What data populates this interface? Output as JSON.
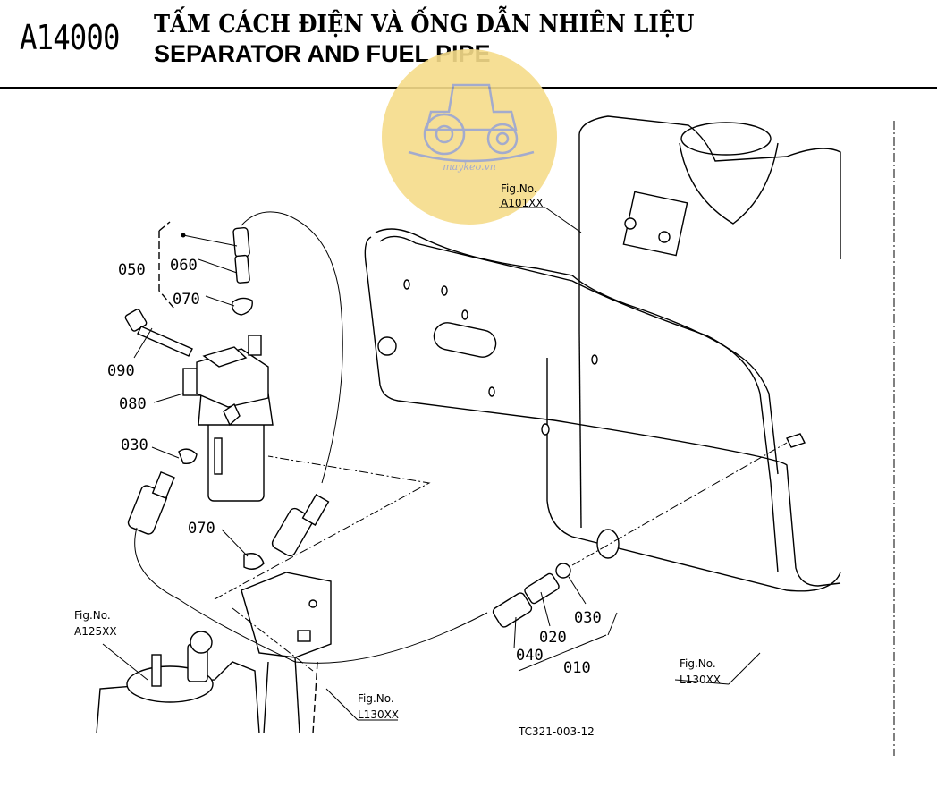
{
  "header": {
    "code": "A14000",
    "title_vn": "TẤM CÁCH ĐIỆN VÀ ỐNG DẪN NHIÊN LIỆU",
    "title_en": "SEPARATOR AND FUEL PIPE"
  },
  "watermark": {
    "text": "maykeo.vn",
    "color": "#f6dc8a"
  },
  "parts": {
    "p010": "010",
    "p020": "020",
    "p030a": "030",
    "p030b": "030",
    "p040": "040",
    "p050": "050",
    "p060": "060",
    "p070a": "070",
    "p070b": "070",
    "p080": "080",
    "p090": "090"
  },
  "refs": {
    "fig_label": "Fig.No.",
    "a101": "A101XX",
    "a125": "A125XX",
    "l130a": "L130XX",
    "l130b": "L130XX"
  },
  "diagram_code": "TC321-003-12"
}
